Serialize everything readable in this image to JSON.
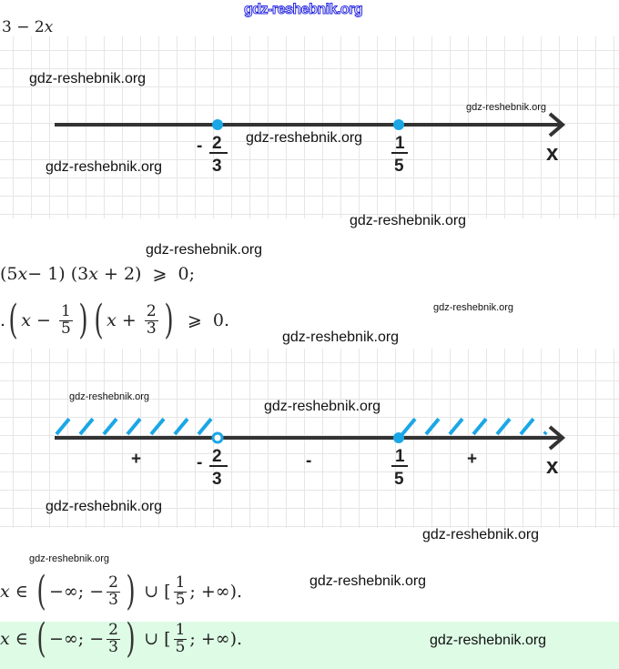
{
  "watermark": "gdz-reshebnik.org",
  "line1": {
    "expr": "3 − 2",
    "var": "x"
  },
  "diagram1": {
    "points": [
      {
        "sign": "-",
        "num": "2",
        "den": "3"
      },
      {
        "sign": "",
        "num": "1",
        "den": "5"
      }
    ],
    "axis_label": "x"
  },
  "ineq1": {
    "a": "(5",
    "b": "x",
    "c": " − 1) (3",
    "d": "x",
    "e": " + 2)  ⩾  0;"
  },
  "ineq2": {
    "dot": ".",
    "lp": "(",
    "x": "x",
    "minus": " − ",
    "n1": "1",
    "d1": "5",
    "rp": ")",
    "plus": " + ",
    "n2": "2",
    "d2": "3",
    "rest": "  ⩾  0."
  },
  "diagram2": {
    "points": [
      {
        "sign": "-",
        "num": "2",
        "den": "3",
        "type": "open"
      },
      {
        "sign": "",
        "num": "1",
        "den": "5",
        "type": "closed"
      }
    ],
    "signs": [
      "+",
      "-",
      "+"
    ],
    "axis_label": "x",
    "accent": "#1aa7e6"
  },
  "answer": {
    "x": "x",
    "in": " ∈ ",
    "lp": "(",
    "ninf": "−∞; −",
    "n1": "2",
    "d1": "3",
    "rp": ")",
    "union": " ∪ [",
    "n2": "1",
    "d2": "5",
    "pinf": "; +∞)."
  }
}
